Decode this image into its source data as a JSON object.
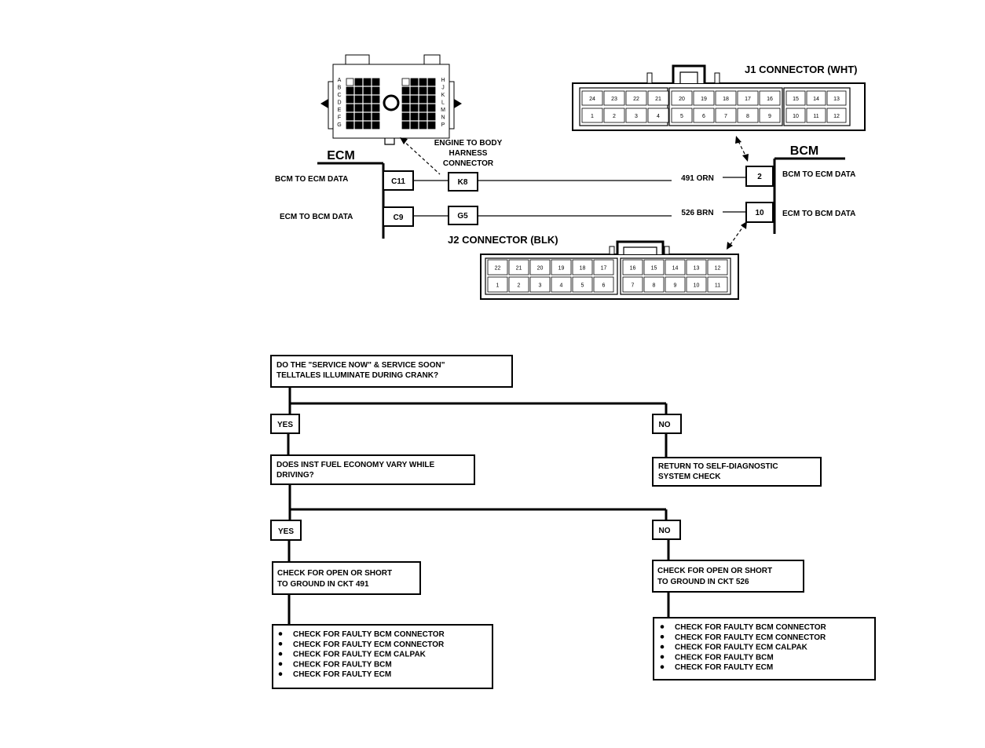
{
  "ecm": {
    "label": "ECM",
    "bcm_to_ecm_label": "BCM TO ECM DATA",
    "ecm_to_bcm_label": "ECM TO BCM DATA",
    "pin_upper": "C11",
    "pin_lower": "C9",
    "rows_left": [
      "A",
      "B",
      "C",
      "D",
      "E",
      "F",
      "G"
    ],
    "rows_right": [
      "H",
      "J",
      "K",
      "L",
      "M",
      "N",
      "P"
    ]
  },
  "harness": {
    "label_line1": "ENGINE TO BODY",
    "label_line2": "HARNESS",
    "label_line3": "CONNECTOR",
    "pin_upper": "K8",
    "pin_lower": "G5"
  },
  "bcm": {
    "label": "BCM",
    "bcm_to_ecm_label": "BCM TO ECM DATA",
    "ecm_to_bcm_label": "ECM TO BCM DATA",
    "pin_upper": "2",
    "pin_lower": "10"
  },
  "wires": {
    "upper": "491 ORN",
    "lower": "526 BRN"
  },
  "j1": {
    "title": "J1 CONNECTOR (WHT)",
    "top_left": [
      "24",
      "23",
      "22",
      "21"
    ],
    "top_mid": [
      "20",
      "19",
      "18",
      "17",
      "16"
    ],
    "top_right": [
      "15",
      "14",
      "13"
    ],
    "bot_left": [
      "1",
      "2",
      "3",
      "4"
    ],
    "bot_mid": [
      "5",
      "6",
      "7",
      "8",
      "9"
    ],
    "bot_right": [
      "10",
      "11",
      "12"
    ]
  },
  "j2": {
    "title": "J2 CONNECTOR (BLK)",
    "top_left": [
      "22",
      "21",
      "20",
      "19",
      "18",
      "17"
    ],
    "top_right": [
      "16",
      "15",
      "14",
      "13",
      "12"
    ],
    "bot_left": [
      "1",
      "2",
      "3",
      "4",
      "5",
      "6"
    ],
    "bot_right": [
      "7",
      "8",
      "9",
      "10",
      "11"
    ]
  },
  "flow": {
    "q1_line1": "DO THE \"SERVICE NOW\" & SERVICE SOON\"",
    "q1_line2": "TELLTALES ILLUMINATE DURING CRANK?",
    "yes1": "YES",
    "no1": "NO",
    "no1_line1": "RETURN TO SELF-DIAGNOSTIC",
    "no1_line2": "SYSTEM CHECK",
    "q2_line1": "DOES INST FUEL ECONOMY VARY WHILE",
    "q2_line2": "DRIVING?",
    "yes2": "YES",
    "no2": "NO",
    "left_check_line1": "CHECK FOR OPEN OR SHORT",
    "left_check_line2": "TO GROUND IN CKT 491",
    "right_check_line1": "CHECK FOR OPEN OR SHORT",
    "right_check_line2": "TO GROUND IN CKT 526",
    "left_list": [
      "CHECK FOR FAULTY BCM CONNECTOR",
      "CHECK FOR FAULTY ECM CONNECTOR",
      "CHECK FOR FAULTY ECM CALPAK",
      "CHECK FOR FAULTY BCM",
      "CHECK FOR FAULTY ECM"
    ],
    "right_list": [
      "CHECK FOR FAULTY BCM CONNECTOR",
      "CHECK FOR FAULTY ECM CONNECTOR",
      "CHECK FOR FAULTY ECM CALPAK",
      "CHECK FOR FAULTY BCM",
      "CHECK FOR FAULTY ECM"
    ]
  }
}
